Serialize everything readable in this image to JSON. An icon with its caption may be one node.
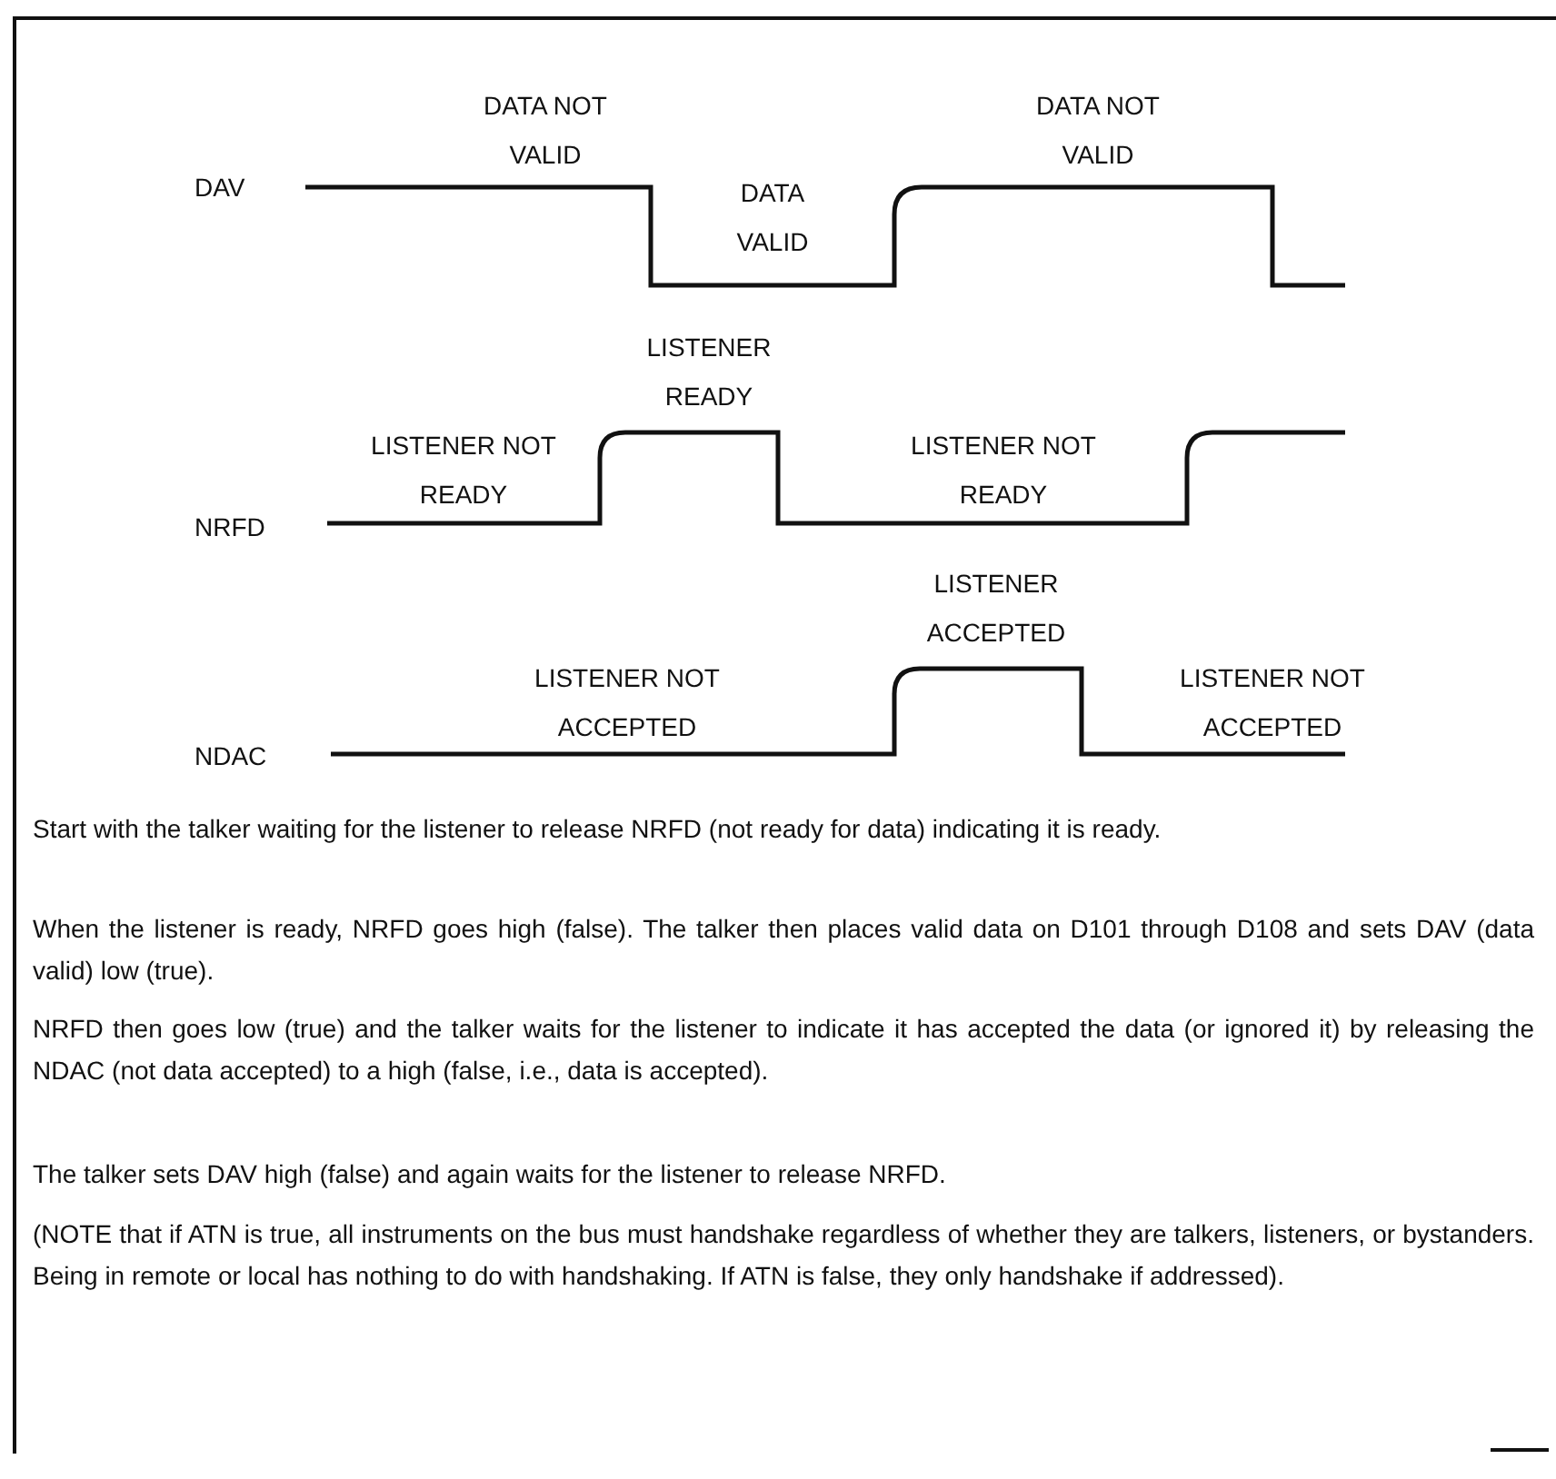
{
  "diagram": {
    "labels": [
      "DAV",
      "DATA NOT VALID",
      "DATA VALID",
      "DATA NOT VALID",
      "NRFD",
      "LISTENER NOT READY",
      "LISTENER READY",
      "LISTENER NOT READY",
      "NDAC",
      "LISTENER NOT ACCEPTED",
      "LISTENER ACCEPTED",
      "LISTENER NOT ACCEPTED",
      "Start with the talker waiting for the listener to release NRFD (not ready for data) indicating it is ready.",
      "When the listener is ready, NRFD goes high (false). The talker then places valid data on D101 through D108 and sets DAV (data valid) low (true).",
      "NRFD then goes low (true) and the talker waits for the listener to indicate it has accepted the data (or ignored it) by releasing the NDAC (not data accepted) to a high (false, i.e., data is accepted).",
      "The talker sets DAV high (false) and again waits for the listener to release NRFD.",
      "(NOTE that if ATN is true, all instruments on the bus must handshake regardless of whether they are talkers, listeners, or bystanders. Being in remote or local has nothing to do with handshaking. If ATN is false, they only handshake if addressed)."
    ]
  }
}
